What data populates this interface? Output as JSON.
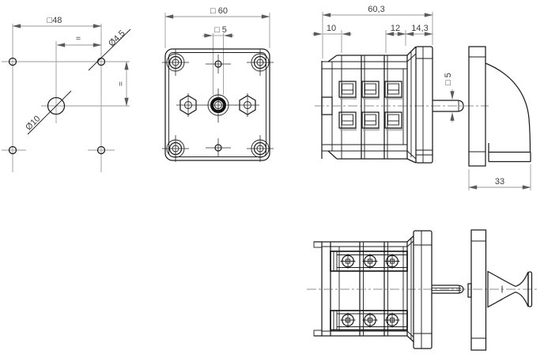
{
  "drawing_type": "technical dimensional drawing of a cam switch (4 views)",
  "colors": {
    "background": "#ffffff",
    "object_lines": "#1c1c1c",
    "dimension_lines": "#9a9a9a",
    "dimension_text": "#3d3d3d",
    "shading": "#9b9b9b"
  },
  "views": {
    "drilling_plan": {
      "labels": {
        "square48": "□48",
        "equal_top": "=",
        "equal_right": "=",
        "dia_45": "Ø4,5",
        "dia_10": "Ø10"
      }
    },
    "front_view": {
      "labels": {
        "square60": "□ 60",
        "square5": "□ 5"
      }
    },
    "side_view": {
      "labels": {
        "overall_width": "60,3",
        "segment_left": "10",
        "segment_mid": "12",
        "segment_right": "14,3",
        "shaft_square": "□ 5",
        "handle_depth": "33"
      }
    },
    "top_view": {
      "labels": {}
    }
  }
}
